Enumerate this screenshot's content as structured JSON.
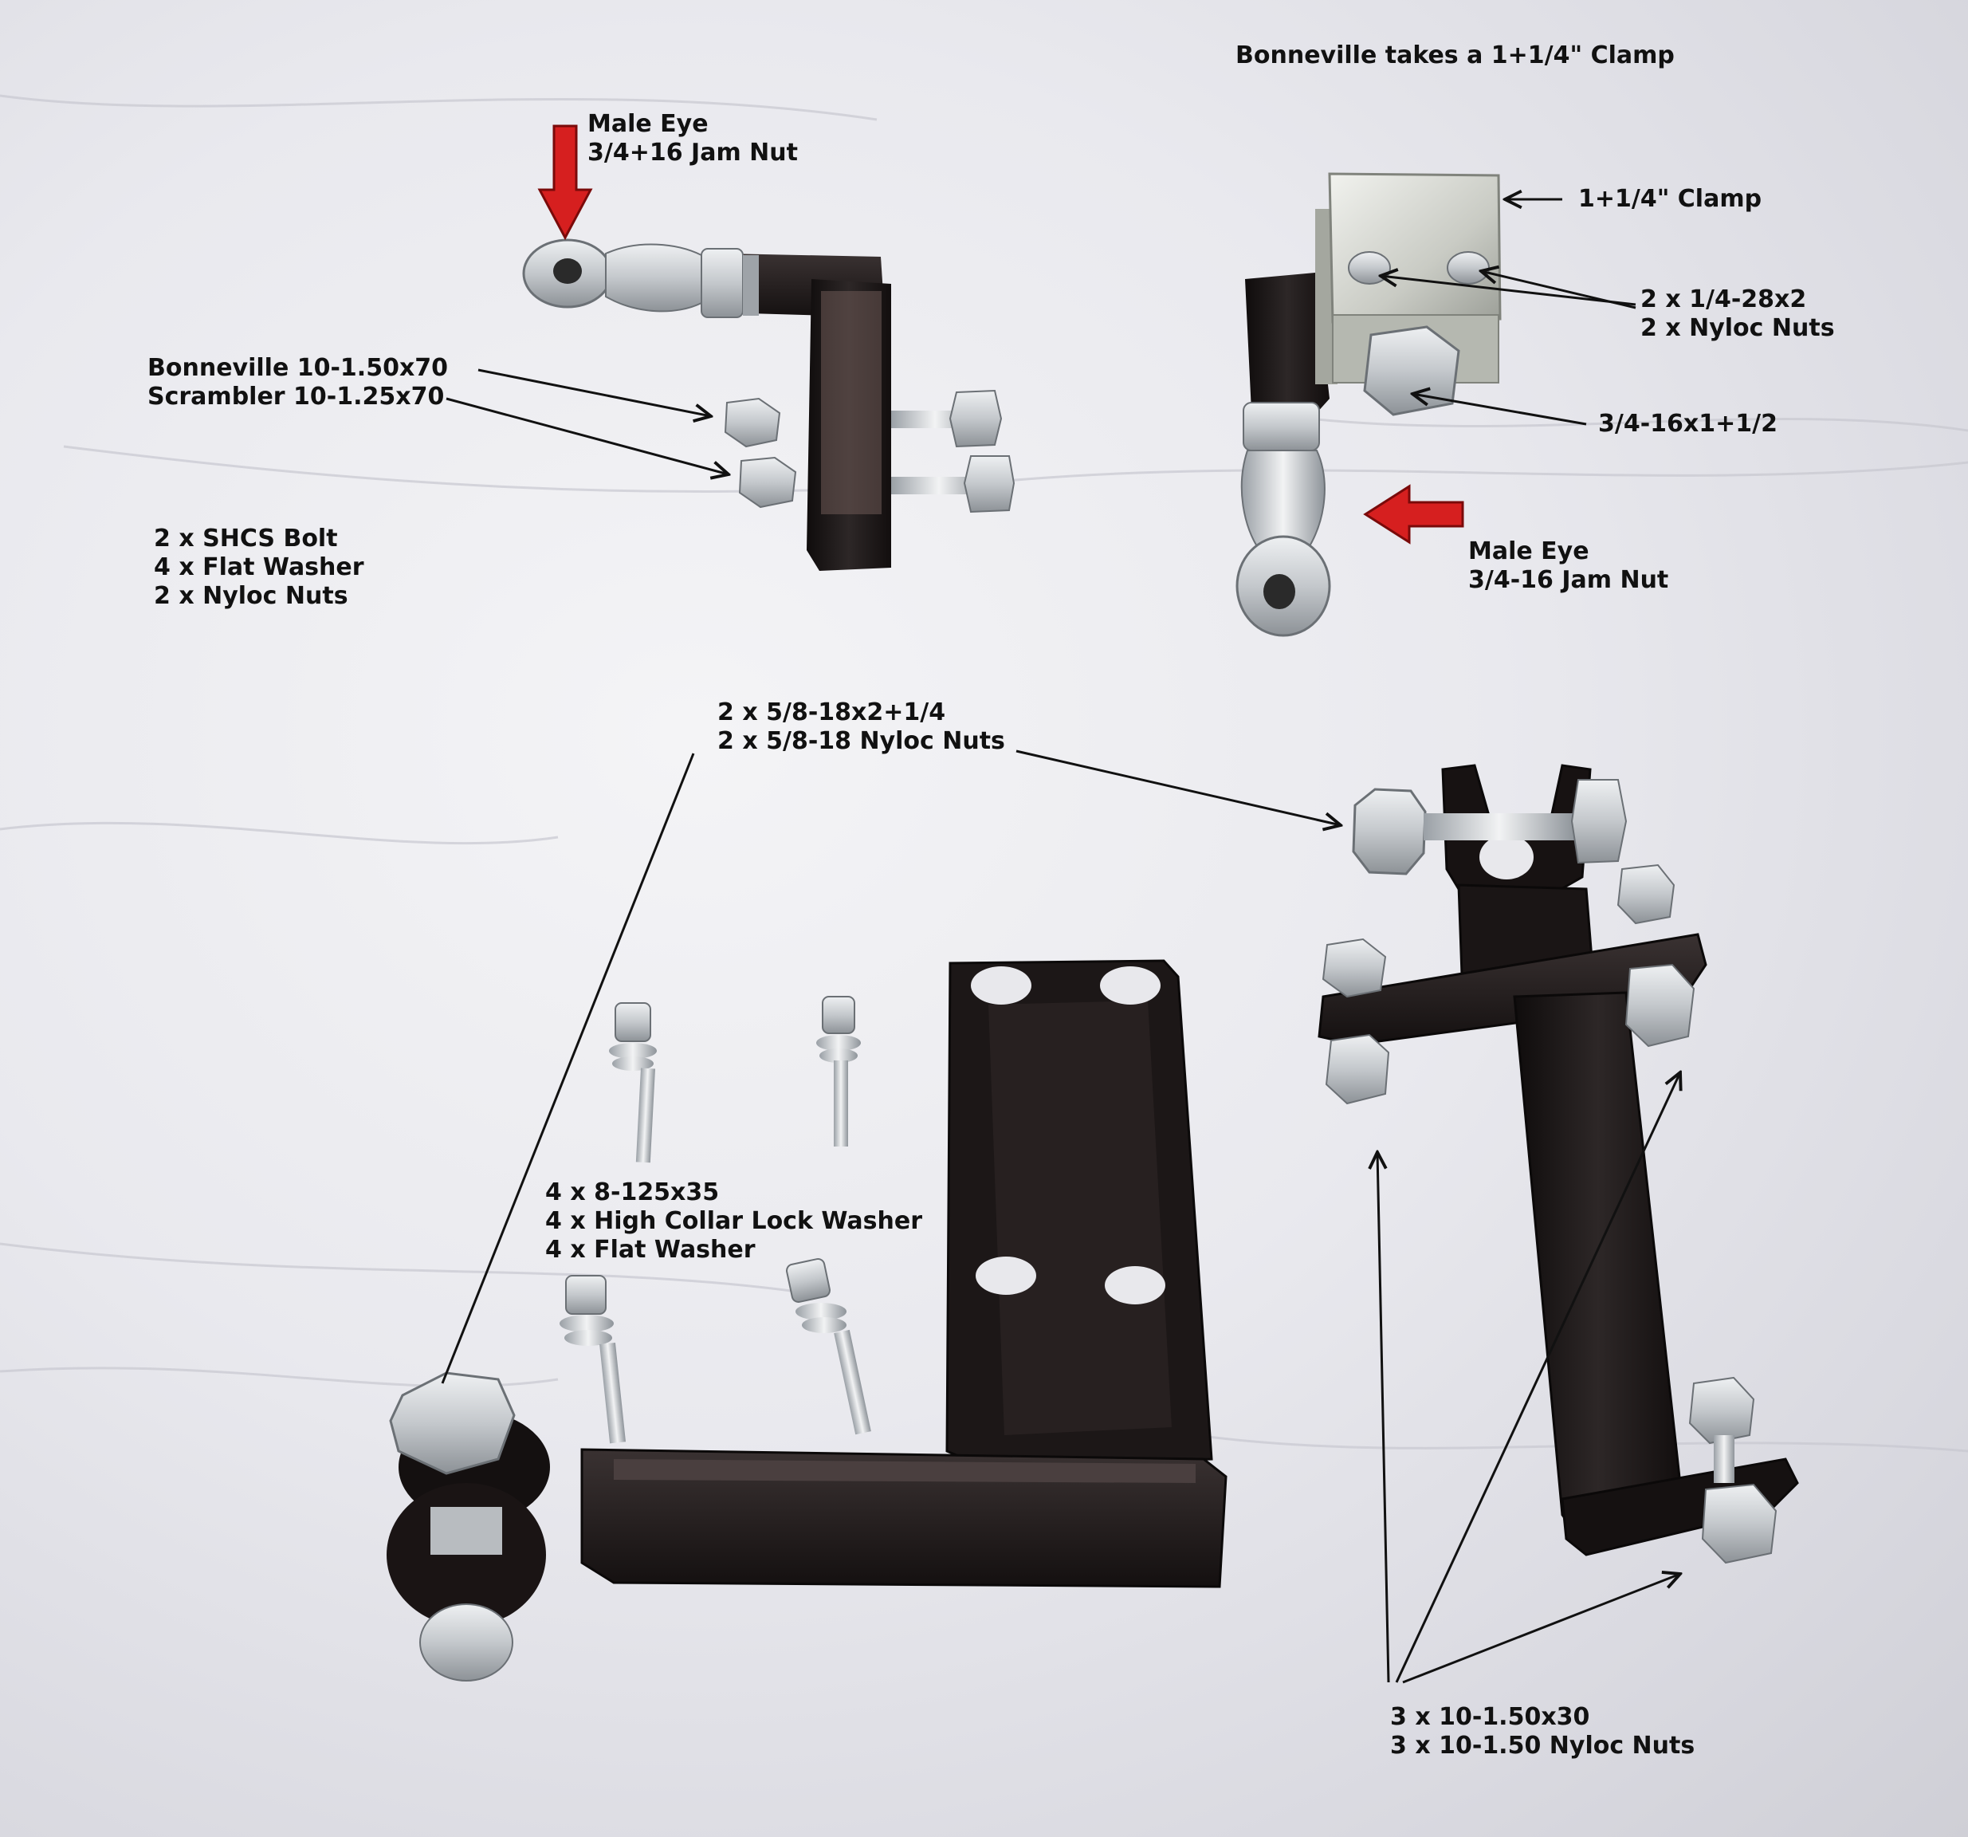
{
  "palette": {
    "cloth": "#ececf0",
    "black_part": "#1e1a1a",
    "zinc": "#c9ccd0",
    "arrow_red": "#d61f1f",
    "text": "#111111"
  },
  "labels": {
    "bonneville_clamp_note": "Bonneville takes a 1+1/4\" Clamp",
    "male_eye_top": [
      "Male Eye",
      "3/4+16 Jam Nut"
    ],
    "clamp": "1+1/4\" Clamp",
    "clamp_bolts": [
      "2 x 1/4-28x2",
      "2 x Nyloc Nuts"
    ],
    "eye_bolt": "3/4-16x1+1/2",
    "male_eye_right": [
      "Male Eye",
      "3/4-16 Jam Nut"
    ],
    "bolts_70": [
      "Bonneville 10-1.50x70",
      "Scrambler 10-1.25x70"
    ],
    "shcs_kit": [
      "2 x SHCS Bolt",
      "4 x Flat Washer",
      "2 x Nyloc Nuts"
    ],
    "bolts_58": [
      "2 x 5/8-18x2+1/4",
      "2 x 5/8-18 Nyloc Nuts"
    ],
    "bolts_8mm": [
      "4 x 8-125x35",
      "4 x High Collar Lock Washer",
      "4 x Flat Washer"
    ],
    "bolts_30": [
      "3 x 10-1.50x30",
      "3 x 10-1.50 Nyloc Nuts"
    ]
  }
}
